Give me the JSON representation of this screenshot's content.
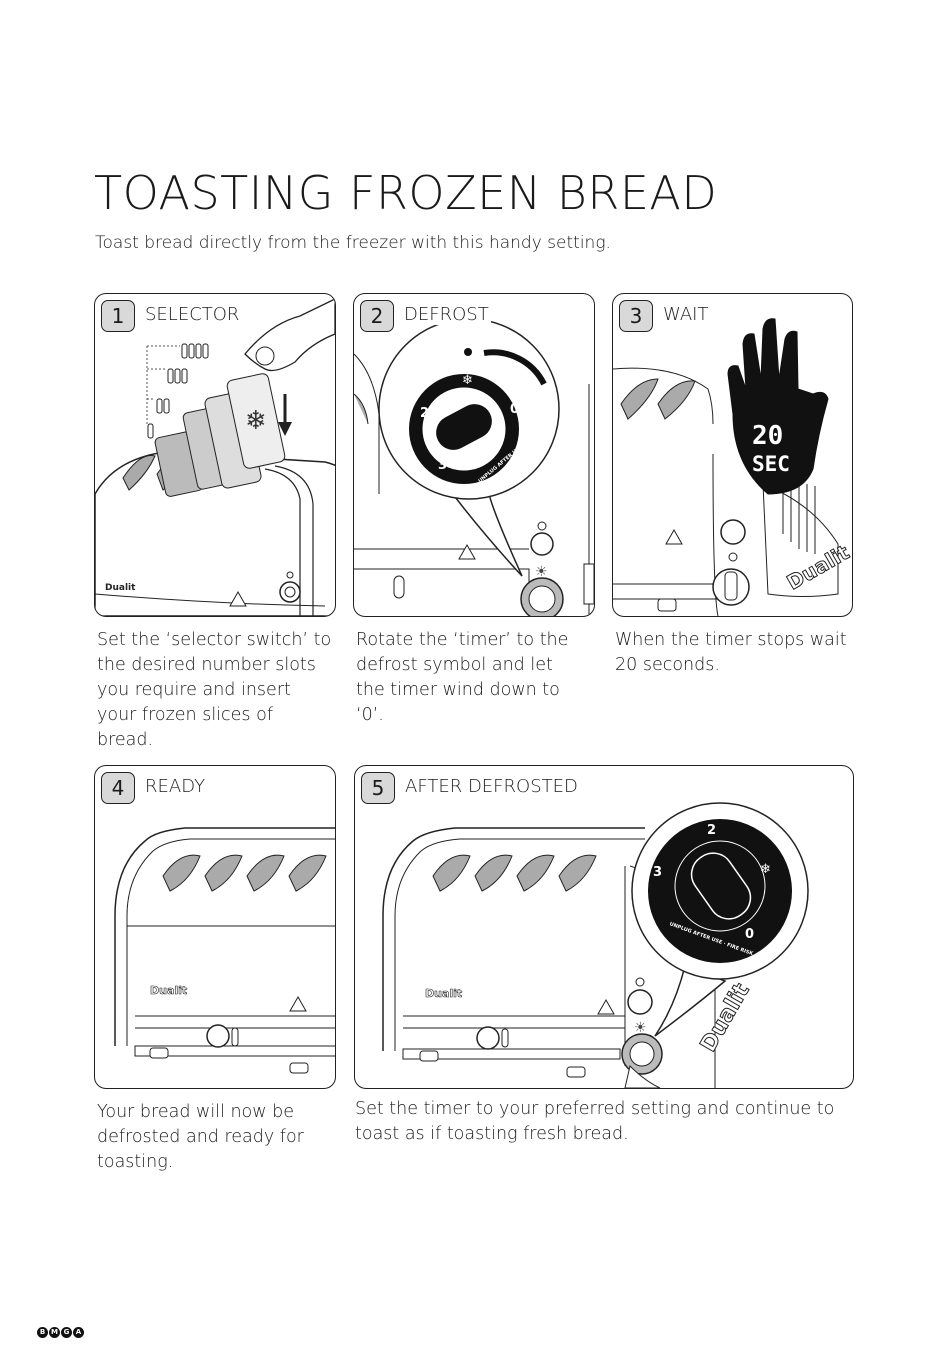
{
  "title": "TOASTING FROZEN BREAD",
  "subtitle": "Toast bread directly from the freezer with this handy setting.",
  "steps": [
    {
      "number": "1",
      "label": "SELECTOR",
      "description": "Set the ‘selector switch’ to the desired number slots you require and insert your frozen slices of bread.",
      "brand": "Dualit"
    },
    {
      "number": "2",
      "label": "DEFROST",
      "description": "Rotate the ‘timer’ to the defrost symbol and let the timer wind down to ‘0’.",
      "dial_text": "UNPLUG AFTER USE · FIRE RISK"
    },
    {
      "number": "3",
      "label": "WAIT",
      "description": "When the timer stops wait 20 seconds.",
      "hand_value": "20",
      "hand_unit": "SEC",
      "brand": "Dualit"
    },
    {
      "number": "4",
      "label": "READY",
      "description": "Your bread will now be defrosted and ready for toasting.",
      "brand": "Dualit"
    },
    {
      "number": "5",
      "label": "AFTER DEFROSTED",
      "description": "Set the timer to your preferred setting and continue to toast as if toasting fresh bread.",
      "brand": "Dualit",
      "dial_text": "UNPLUG AFTER USE · FIRE RISK"
    }
  ],
  "dial_marks": {
    "zero": "0",
    "two": "2",
    "three": "3"
  },
  "footer_letters": [
    "B",
    "M",
    "G",
    "A"
  ]
}
